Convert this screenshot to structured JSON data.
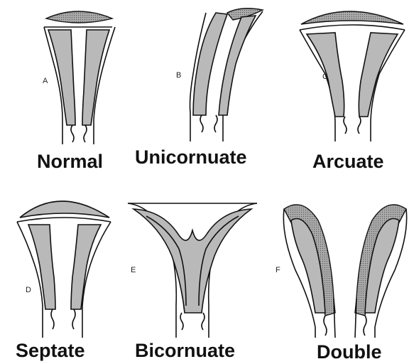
{
  "panels": [
    {
      "letter": "A",
      "caption": "Normal"
    },
    {
      "letter": "B",
      "caption": "Unicornuate"
    },
    {
      "letter": "C",
      "caption": "Arcuate"
    },
    {
      "letter": "D",
      "caption": "Septate"
    },
    {
      "letter": "E",
      "caption": "Bicornuate"
    },
    {
      "letter": "F",
      "caption": "Double"
    }
  ],
  "colors": {
    "wall_fill": "#b9b9b9",
    "outline": "#111111"
  }
}
